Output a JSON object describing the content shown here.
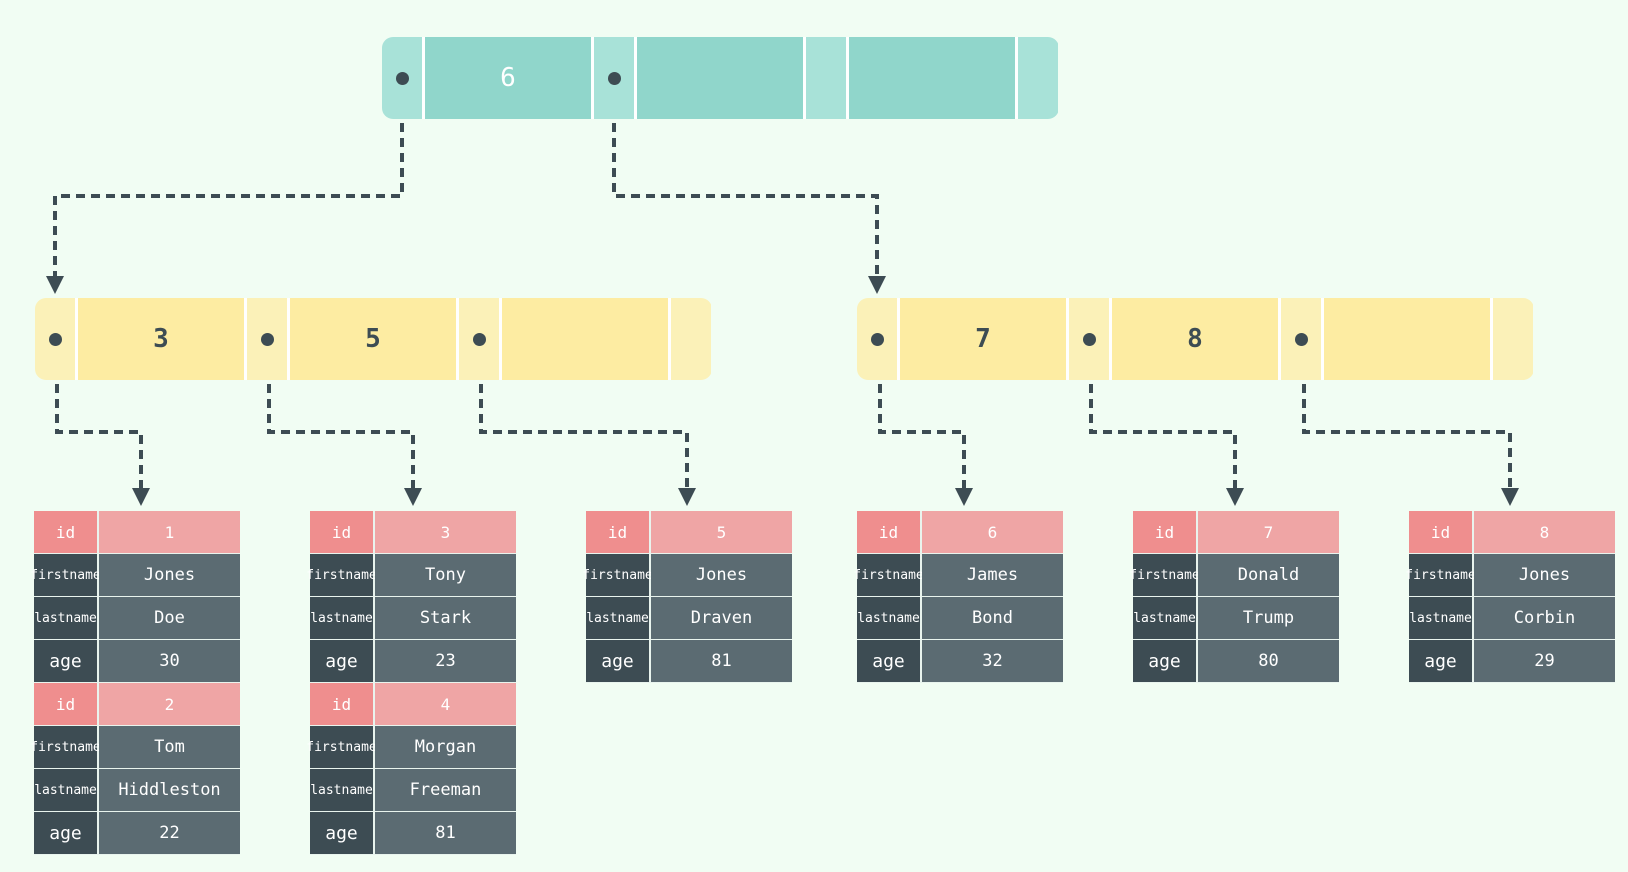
{
  "colors": {
    "background": "#f1fdf3",
    "root_key": "#90d6cb",
    "root_pointer": "#a8e2d8",
    "inner_key": "#fdeca2",
    "inner_pointer": "#fbf1b8",
    "id_label": "#ef8e8e",
    "id_value": "#efa5a5",
    "field_label": "#3d4c53",
    "field_value": "#5b6b72",
    "connector": "#3d4c53"
  },
  "labels": {
    "id": "id",
    "first_name": [
      "first",
      "name"
    ],
    "last_name": [
      "last",
      "name"
    ],
    "age": "age"
  },
  "root": {
    "keys": [
      "6",
      "",
      ""
    ]
  },
  "inner_nodes": [
    {
      "keys": [
        "3",
        "5",
        ""
      ]
    },
    {
      "keys": [
        "7",
        "8",
        ""
      ]
    }
  ],
  "leaves": [
    {
      "records": [
        {
          "id": "1",
          "first_name": "Jones",
          "last_name": "Doe",
          "age": "30"
        },
        {
          "id": "2",
          "first_name": "Tom",
          "last_name": "Hiddleston",
          "age": "22"
        }
      ]
    },
    {
      "records": [
        {
          "id": "3",
          "first_name": "Tony",
          "last_name": "Stark",
          "age": "23"
        },
        {
          "id": "4",
          "first_name": "Morgan",
          "last_name": "Freeman",
          "age": "81"
        }
      ]
    },
    {
      "records": [
        {
          "id": "5",
          "first_name": "Jones",
          "last_name": "Draven",
          "age": "81"
        }
      ]
    },
    {
      "records": [
        {
          "id": "6",
          "first_name": "James",
          "last_name": "Bond",
          "age": "32"
        }
      ]
    },
    {
      "records": [
        {
          "id": "7",
          "first_name": "Donald",
          "last_name": "Trump",
          "age": "80"
        }
      ]
    },
    {
      "records": [
        {
          "id": "8",
          "first_name": "Jones",
          "last_name": "Corbin",
          "age": "29"
        }
      ]
    }
  ]
}
